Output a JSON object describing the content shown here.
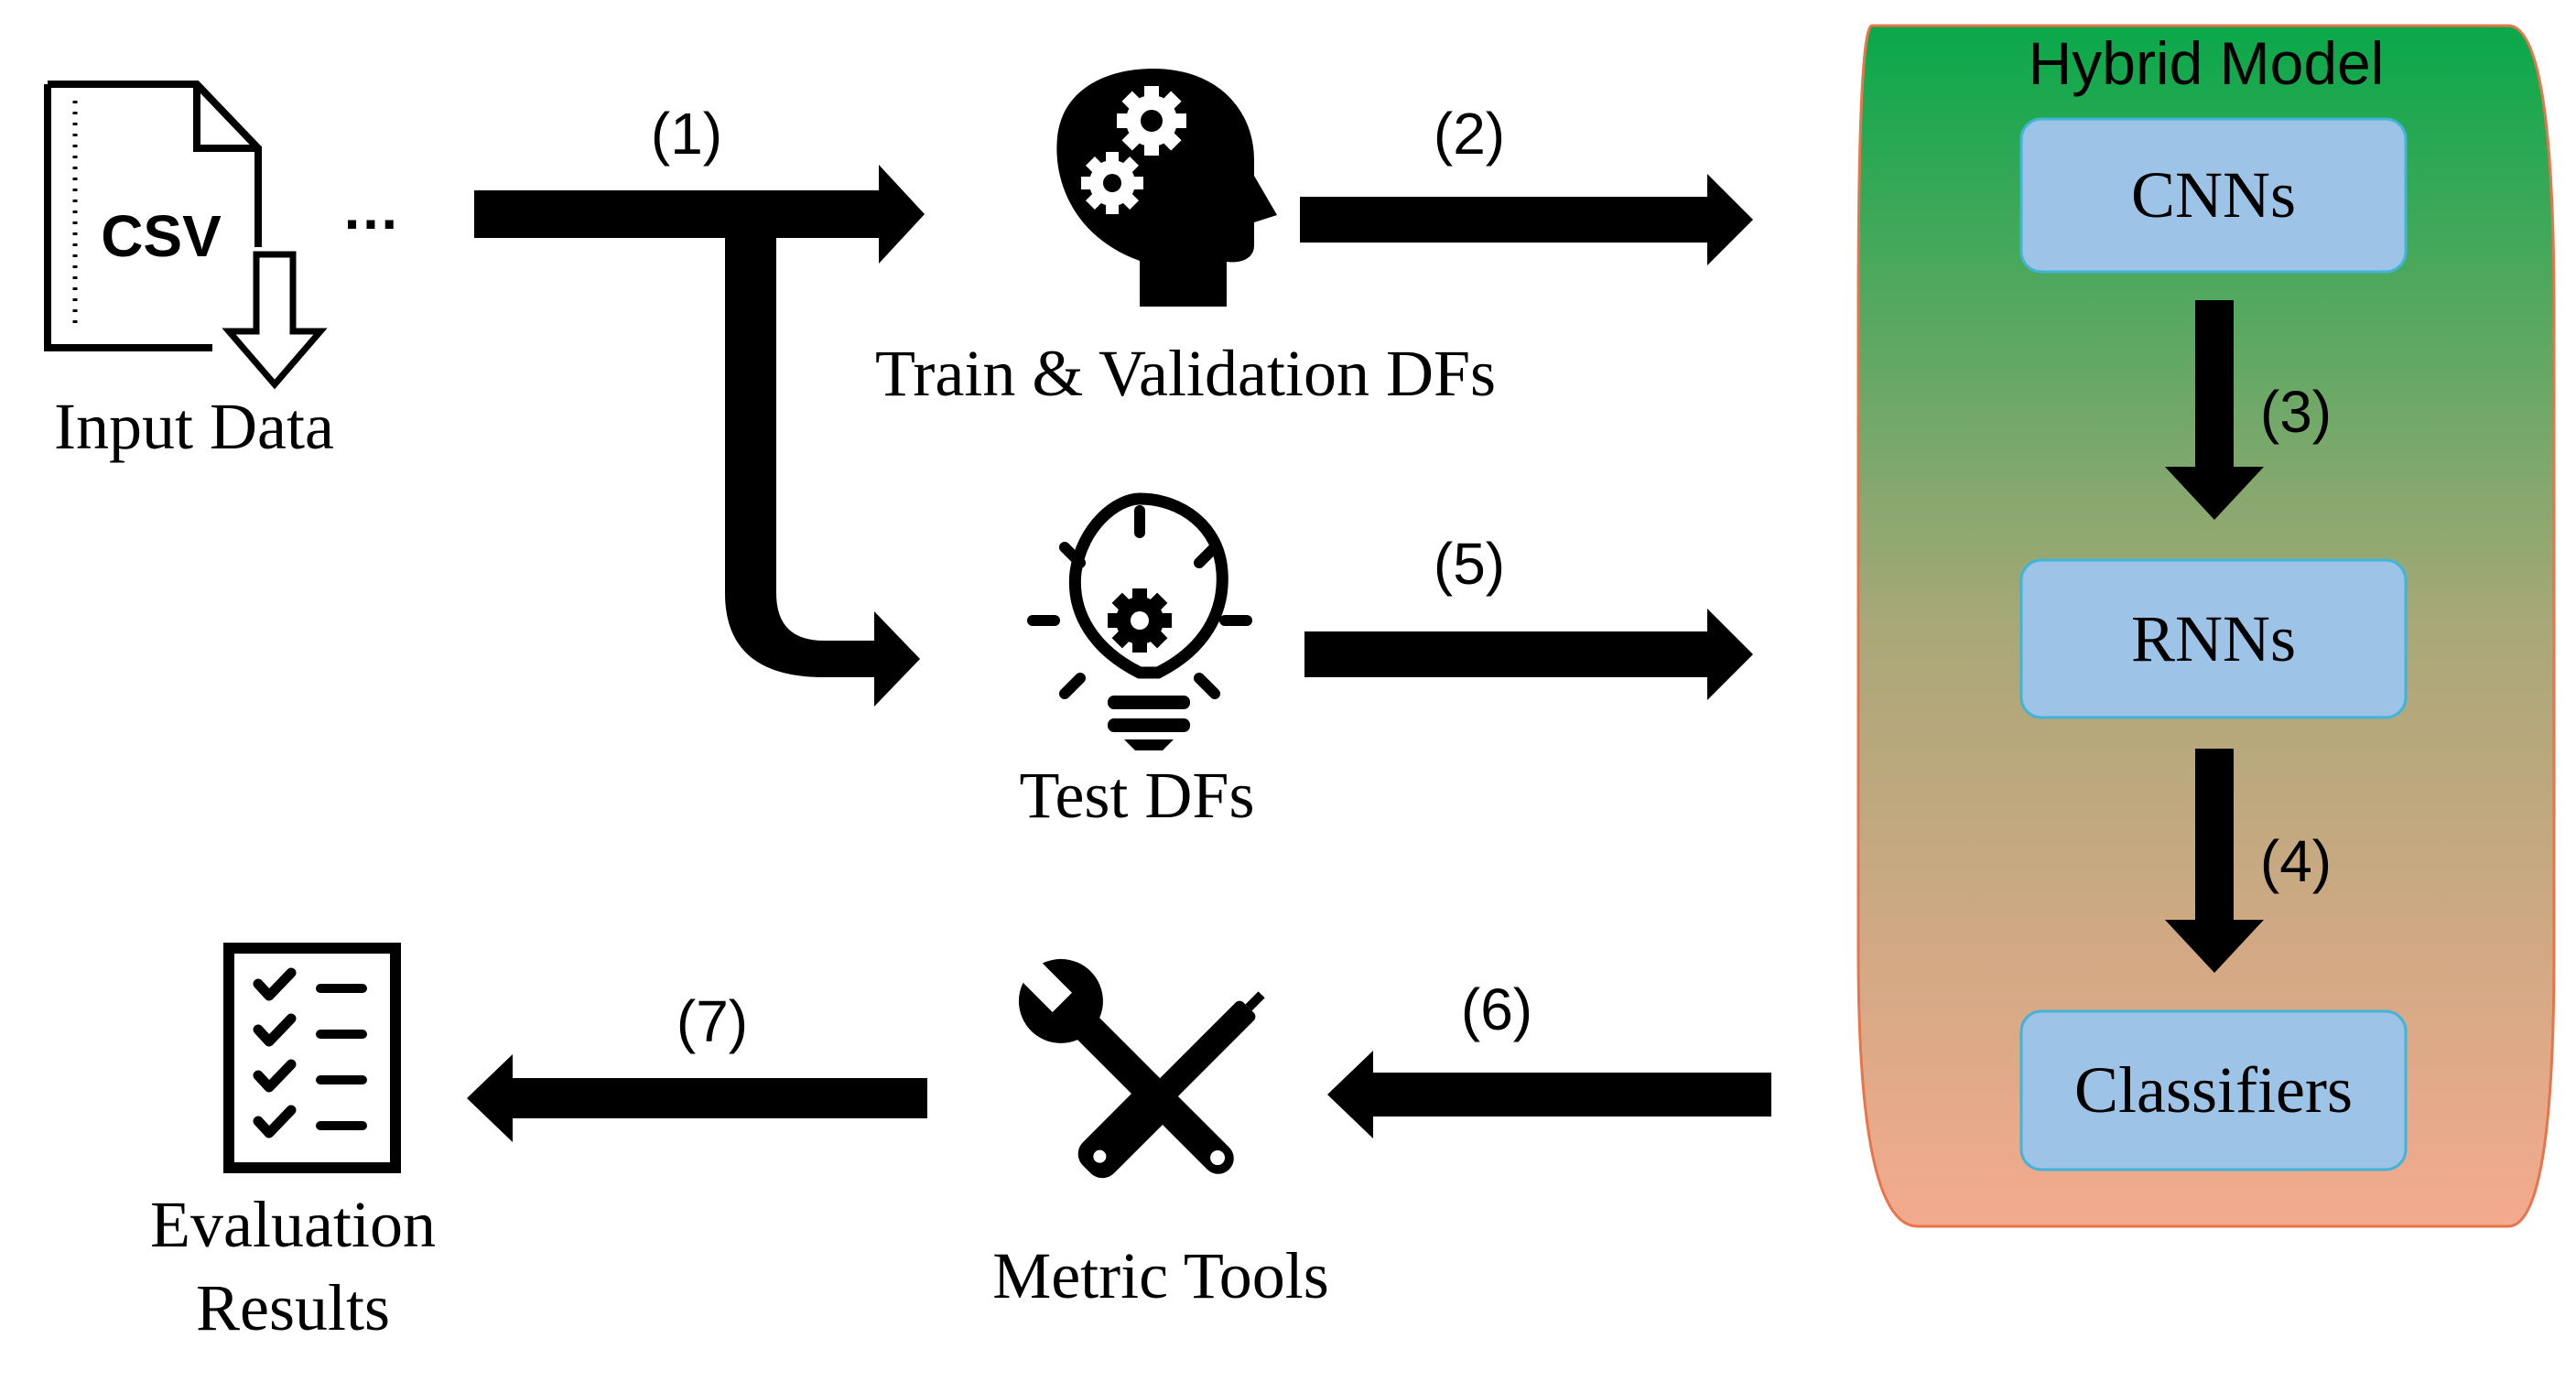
{
  "input": {
    "label": "Input Data",
    "file_badge": "CSV",
    "ellipsis": "…"
  },
  "train": {
    "label": "Train & Validation DFs"
  },
  "test": {
    "label": "Test DFs"
  },
  "metric": {
    "label": "Metric Tools"
  },
  "evaluation": {
    "label_line1": "Evaluation",
    "label_line2": "Results"
  },
  "hybrid": {
    "title": "Hybrid Model",
    "gradient_top": "#0aa84a",
    "gradient_mid": "#a9a878",
    "gradient_bottom": "#f4aa8e",
    "border_color": "#e8744a",
    "blocks": {
      "cnn": "CNNs",
      "rnn": "RNNs",
      "classifiers": "Classifiers"
    },
    "block_fill": "#9dc3e6",
    "block_border": "#41b4d8"
  },
  "steps": {
    "s1": "(1)",
    "s2": "(2)",
    "s3": "(3)",
    "s4": "(4)",
    "s5": "(5)",
    "s6": "(6)",
    "s7": "(7)"
  },
  "icons": {
    "input": "csv-file-download-icon",
    "train": "head-gears-icon",
    "test": "lightbulb-gear-icon",
    "metric": "wrench-screwdriver-icon",
    "evaluation": "checklist-icon"
  }
}
